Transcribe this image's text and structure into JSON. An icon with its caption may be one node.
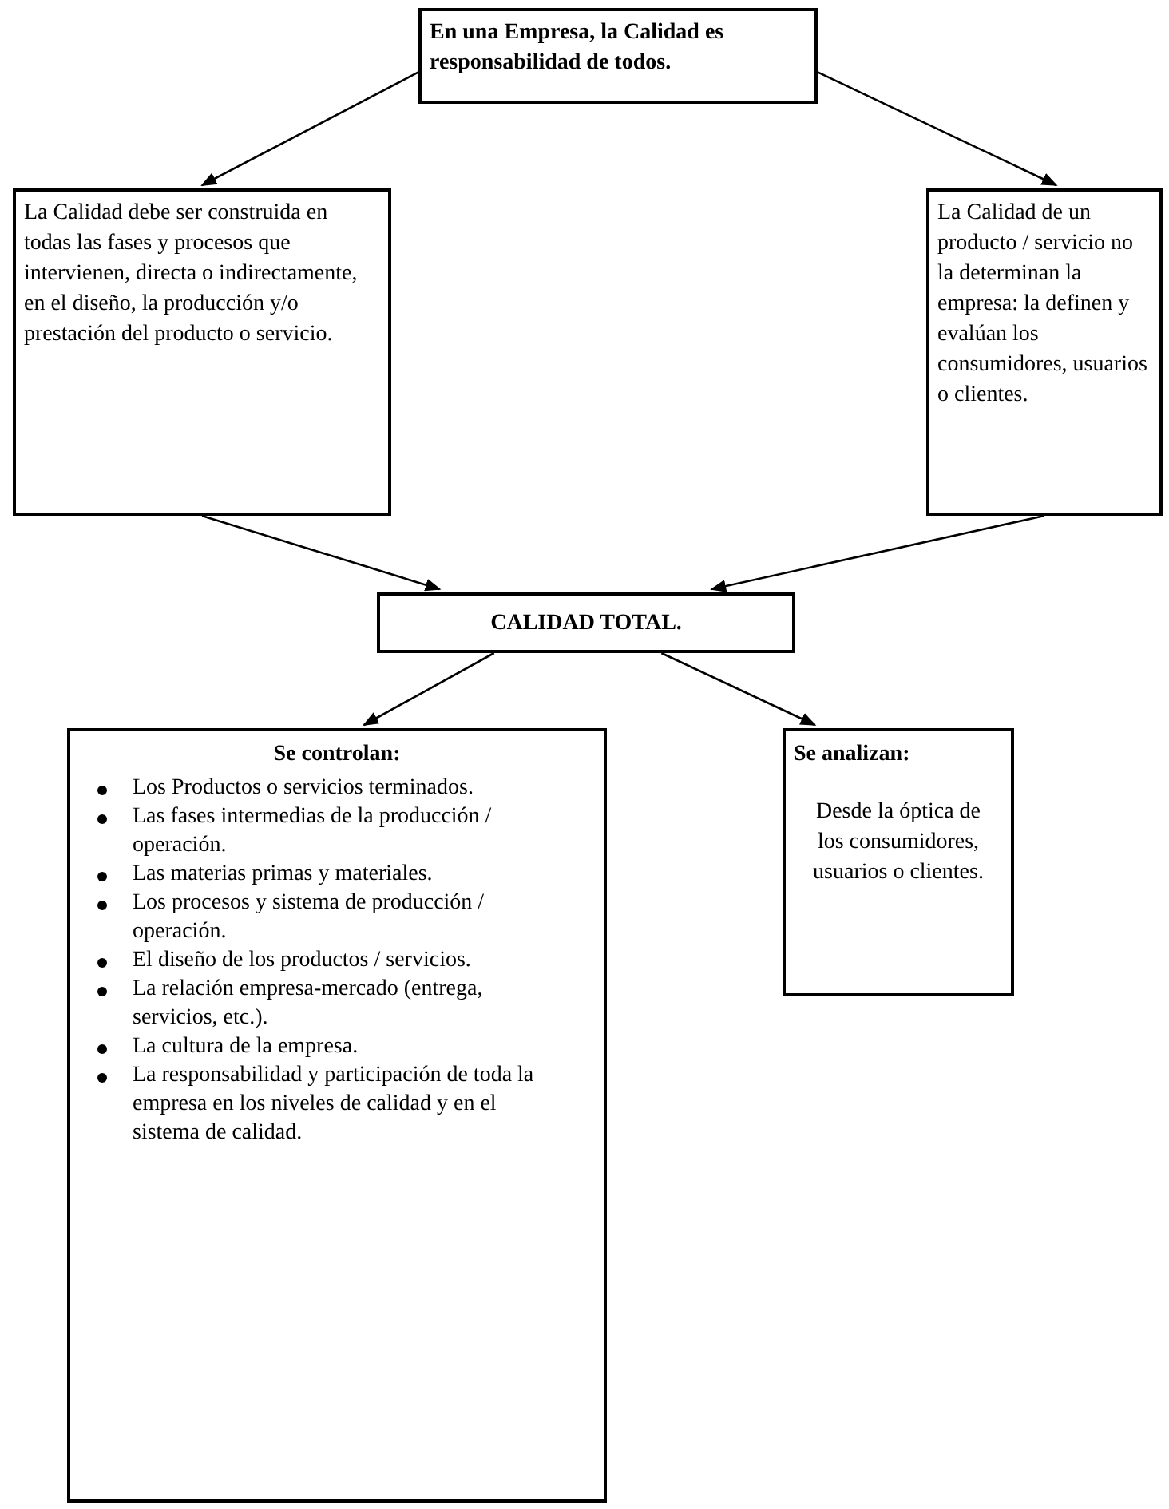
{
  "diagram": {
    "nodes": [
      {
        "text": [
          "En una Empresa, la Calidad es responsabilidad de todos."
        ]
      },
      {
        "text": [
          "La Calidad debe ser construida en todas las fases y procesos que intervienen, directa o indirectamente, en el diseño, la producción y/o prestación del producto o servicio."
        ]
      },
      {
        "text": [
          "La Calidad de un producto / servicio no la determinan la empresa: la definen y evalúan los consumidores, usuarios o clientes."
        ]
      },
      {
        "text": [
          "CALIDAD TOTAL."
        ]
      },
      {
        "text": [
          "Se controlan:",
          "Los Productos o servicios terminados.",
          "Las fases intermedias de la producción / operación.",
          "Las materias primas y materiales.",
          "Los procesos y  sistema de producción / operación.",
          "El diseño de los productos / servicios.",
          "La relación empresa-mercado (entrega, servicios, etc.).",
          "La cultura de la empresa.",
          "La responsabilidad y participación de toda la empresa en los niveles de calidad y en el sistema de calidad."
        ]
      },
      {
        "text": [
          "Se analizan:",
          "Desde la óptica de los consumidores, usuarios o clientes."
        ]
      }
    ],
    "edges": [
      {
        "from": 0,
        "to": 1,
        "arrow": "to"
      },
      {
        "from": 0,
        "to": 2,
        "arrow": "to"
      },
      {
        "from": 1,
        "to": 3,
        "arrow": "to"
      },
      {
        "from": 2,
        "to": 3,
        "arrow": "to"
      },
      {
        "from": 3,
        "to": 4,
        "arrow": "to"
      },
      {
        "from": 3,
        "to": 5,
        "arrow": "to"
      }
    ]
  }
}
